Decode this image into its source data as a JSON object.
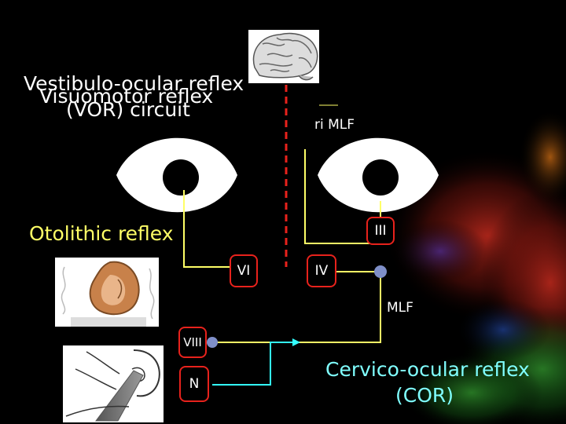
{
  "titles": {
    "vor_line1": "Vestibulo-ocular reflex",
    "vor_line2": "(VOR) circuit",
    "visuomotor": "Visuomotor reflex",
    "otolithic": "Otolithic reflex",
    "cor_line1": "Cervico-ocular reflex",
    "cor_line2": "(COR)"
  },
  "labels": {
    "ri_mlf": "ri MLF",
    "mlf": "MLF"
  },
  "nuclei": {
    "III": "III",
    "VI": "VI",
    "IV": "IV",
    "VIII": "VIII",
    "N": "N"
  },
  "colors": {
    "background": "#000000",
    "vor_title": "#ffffff",
    "visuomotor_title": "#ffffff",
    "otolithic_title": "#ffff66",
    "cor_title": "#80ffff",
    "pathway": "#ffff66",
    "cervical_pathway": "#33ffff",
    "nucleus_border": "#e8221c",
    "cortical_tract": "#e8221c",
    "nucleus_dot": "#7f8fc8"
  }
}
